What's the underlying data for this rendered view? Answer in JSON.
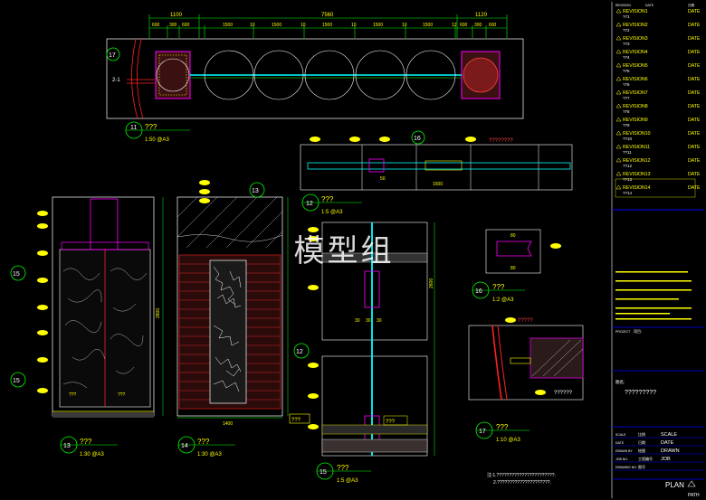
{
  "watermark": "模型组",
  "top_plan": {
    "dims_top": [
      "1100",
      "7560",
      "1120"
    ],
    "dims_row": [
      "600",
      "300",
      "600",
      "1500",
      "10",
      "1500",
      "10",
      "1500",
      "10",
      "1500",
      "10",
      "1500",
      "12",
      "600",
      "300",
      "600"
    ],
    "marker_left": "17",
    "marker_left_sub": "2-1"
  },
  "details": [
    {
      "num": "11",
      "title": "???",
      "scale": "1:50 @A3"
    },
    {
      "num": "12",
      "title": "???",
      "scale": "1:5 @A3"
    },
    {
      "num": "13",
      "title": "???",
      "scale": "1:30 @A3"
    },
    {
      "num": "14",
      "title": "???",
      "scale": "1:30 @A3"
    },
    {
      "num": "15",
      "title": "???",
      "scale": "1:5 @A3"
    },
    {
      "num": "16",
      "title": "???",
      "scale": "1:2 @A3"
    },
    {
      "num": "17",
      "title": "???",
      "scale": "1:10 @A3"
    }
  ],
  "section_markers": {
    "top_detail": "16",
    "left_15a": "15",
    "left_15b": "15",
    "mid_13": "13",
    "mid_12": "12"
  },
  "misc_dims": {
    "d1500": "1500",
    "d50": "50",
    "d1400": "1400",
    "d80a": "80",
    "d80b": "80",
    "d30a": "30",
    "d30b": "30",
    "d30c": "30",
    "d2800": "2800",
    "d2600": "2600",
    "tag_qqq1": "???",
    "tag_qqq2": "???",
    "tag_qqq3": "???",
    "tag_qqq4": "???",
    "tag_long": "????????",
    "tag_mid": "?????",
    "tag_brk": "??????"
  },
  "notes": [
    "注:1.???????????????????????.",
    "2.?????????????????????."
  ],
  "title_block": {
    "header_left": "REVISION",
    "header_mid": "DATE",
    "header_right": "日期",
    "revisions": [
      {
        "label": "REVISION1",
        "date": "DATE",
        "sub": "?71"
      },
      {
        "label": "REVISION2",
        "date": "DATE",
        "sub": "?72"
      },
      {
        "label": "REVISION3",
        "date": "DATE",
        "sub": "?73"
      },
      {
        "label": "REVISION4",
        "date": "DATE",
        "sub": "?74"
      },
      {
        "label": "REVISION5",
        "date": "DATE",
        "sub": "?75"
      },
      {
        "label": "REVISION6",
        "date": "DATE",
        "sub": "?76"
      },
      {
        "label": "REVISION7",
        "date": "DATE",
        "sub": "?77"
      },
      {
        "label": "REVISION8",
        "date": "DATE",
        "sub": "?78"
      },
      {
        "label": "REVISION9",
        "date": "DATE",
        "sub": "?79"
      },
      {
        "label": "REVISION10",
        "date": "DATE",
        "sub": "??10"
      },
      {
        "label": "REVISION11",
        "date": "DATE",
        "sub": "??11"
      },
      {
        "label": "REVISION12",
        "date": "DATE",
        "sub": "??12"
      },
      {
        "label": "REVISION13",
        "date": "DATE",
        "sub": "??13"
      },
      {
        "label": "REVISION14",
        "date": "DATE",
        "sub": "??14"
      }
    ],
    "project_label": "PROJECT",
    "project_value": "项目:",
    "drawing_label": "图名:",
    "drawing_value": "?????????",
    "rows": [
      {
        "left": "SCALE",
        "mid": "比例",
        "right": "SCALE"
      },
      {
        "left": "DATE",
        "mid": "日期",
        "right": "DATE"
      },
      {
        "left": "DRAWN BY",
        "mid": "绘图",
        "right": "DRAWN"
      },
      {
        "left": "JOB NO.",
        "mid": "工程编号",
        "right": "JOB"
      },
      {
        "left": "DRAWING NO.",
        "mid": "图号",
        "right": ""
      }
    ],
    "plan_label": "PLAN",
    "path_label": "PATH"
  }
}
